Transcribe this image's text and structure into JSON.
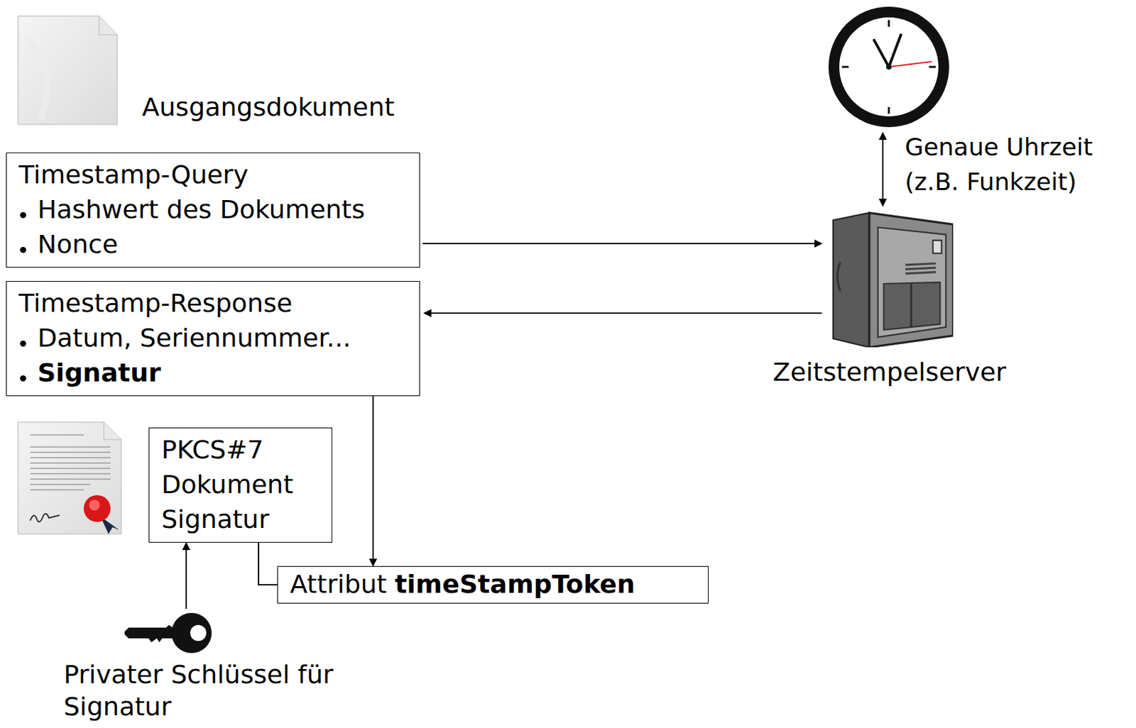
{
  "diagram": {
    "nodes": [
      {
        "text": [
          "Timestamp-Query",
          "Hashwert des Dokuments",
          "Nonce"
        ]
      },
      {
        "text": [
          "Timestamp-Response",
          "Datum, Seriennummer...",
          "Signatur"
        ]
      },
      {
        "text": [
          "Zeitstempelserver"
        ]
      },
      {
        "text": [
          "Genaue Uhrzeit (z.B. Funkzeit)"
        ]
      },
      {
        "text": [
          "PKCS#7",
          "Dokument",
          "Signatur"
        ]
      },
      {
        "text": [
          "Attribut",
          "timeStampToken"
        ]
      },
      {
        "text": [
          "Privater Schlüssel für Signatur"
        ]
      }
    ],
    "edges": [
      {
        "from": 0,
        "to": 2,
        "arrow": "to"
      },
      {
        "from": 2,
        "to": 1,
        "arrow": "to"
      },
      {
        "from": 3,
        "to": 2,
        "arrow": "both"
      },
      {
        "from": 1,
        "to": 5,
        "arrow": "to"
      },
      {
        "from": 4,
        "to": 5,
        "arrow": "none"
      },
      {
        "from": 6,
        "to": 4,
        "arrow": "to"
      }
    ],
    "labels": [
      "Ausgangsdokument"
    ]
  }
}
